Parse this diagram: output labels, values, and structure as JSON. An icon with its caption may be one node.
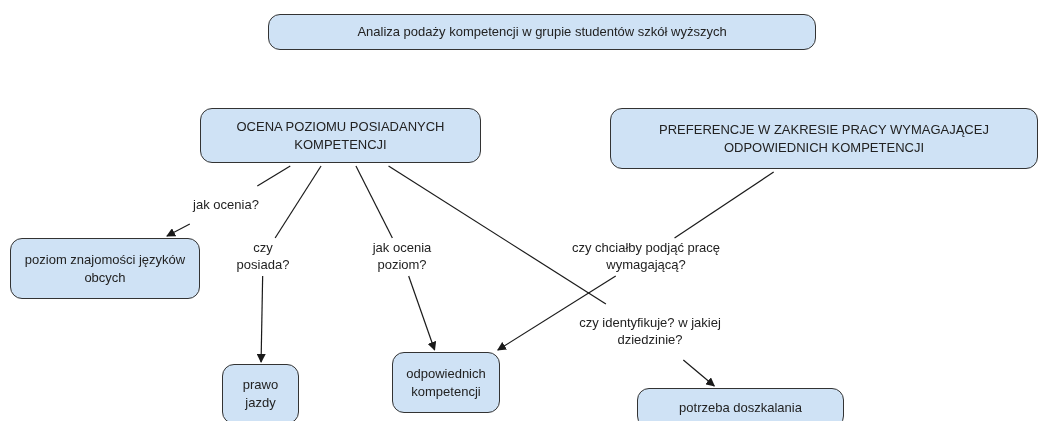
{
  "diagram": {
    "nodes": [
      {
        "text": [
          "Analiza podaży kompetencji w grupie studentów szkół wyższych"
        ]
      },
      {
        "text": [
          "OCENA POZIOMU POSIADANYCH KOMPETENCJI"
        ]
      },
      {
        "text": [
          "PREFERENCJE W ZAKRESIE PRACY WYMAGAJĄCEJ ODPOWIEDNICH KOMPETENCJI"
        ]
      },
      {
        "text": [
          "jak ocenia?"
        ]
      },
      {
        "text": [
          "czy posiada?"
        ]
      },
      {
        "text": [
          "jak ocenia poziom?"
        ]
      },
      {
        "text": [
          "czy chciałby podjąć pracę wymagającą?"
        ]
      },
      {
        "text": [
          "czy identyfikuje? w jakiej dziedzinie?"
        ]
      },
      {
        "text": [
          "poziom znajomości języków obcych"
        ]
      },
      {
        "text": [
          "prawo jazdy"
        ]
      },
      {
        "text": [
          "odpowiednich kompetencji"
        ]
      },
      {
        "text": [
          "potrzeba doszkalania"
        ]
      }
    ],
    "edges": [
      {
        "from": 1,
        "to": 3,
        "arrow": "none"
      },
      {
        "from": 3,
        "to": 8,
        "arrow": "to"
      },
      {
        "from": 1,
        "to": 4,
        "arrow": "none"
      },
      {
        "from": 4,
        "to": 9,
        "arrow": "to"
      },
      {
        "from": 1,
        "to": 5,
        "arrow": "none"
      },
      {
        "from": 5,
        "to": 10,
        "arrow": "to"
      },
      {
        "from": 2,
        "to": 6,
        "arrow": "none"
      },
      {
        "from": 6,
        "to": 10,
        "arrow": "to"
      },
      {
        "from": 1,
        "to": 7,
        "arrow": "none"
      },
      {
        "from": 7,
        "to": 11,
        "arrow": "to"
      }
    ]
  }
}
